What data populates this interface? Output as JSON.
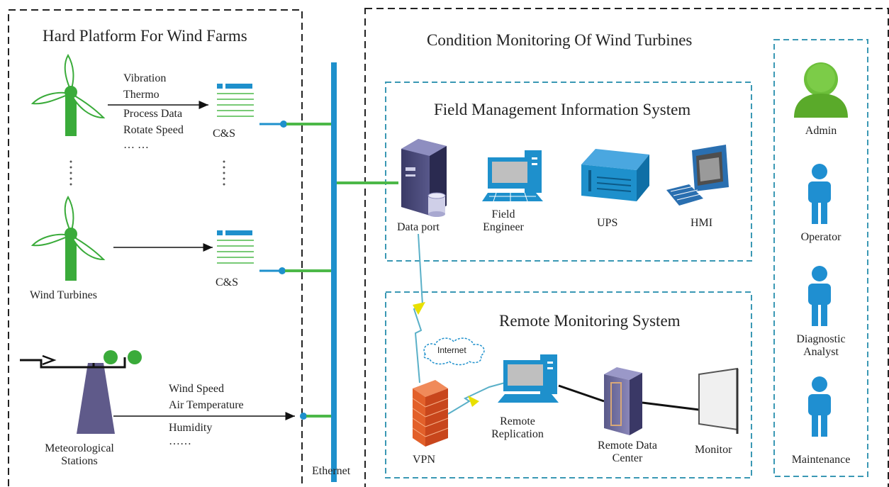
{
  "left_panel": {
    "title": "Hard Platform For Wind Farms",
    "signals_top": [
      "Vibration",
      "Thermo",
      "Process Data",
      "Rotate Speed",
      "… …"
    ],
    "cs_label": "C&S",
    "wind_turbines_label": "Wind Turbines",
    "met_label_line1": "Meteorological",
    "met_label_line2": "Stations",
    "met_signals": [
      "Wind Speed",
      "Air Temperature",
      "Humidity",
      "……"
    ]
  },
  "bus": {
    "label": "Ethernet"
  },
  "right_panel": {
    "title": "Condition Monitoring Of Wind Turbines",
    "fmis": {
      "title": "Field Management Information System",
      "data_port": "Data port",
      "field_engineer_line1": "Field",
      "field_engineer_line2": "Engineer",
      "ups": "UPS",
      "hmi": "HMI"
    },
    "rms": {
      "title": "Remote Monitoring System",
      "internet": "Internet",
      "vpn": "VPN",
      "remote_replication_line1": "Remote",
      "remote_replication_line2": "Replication",
      "remote_data_center_line1": "Remote Data",
      "remote_data_center_line2": "Center",
      "monitor": "Monitor"
    },
    "roles": {
      "admin": "Admin",
      "operator": "Operator",
      "diagnostic_line1": "Diagnostic",
      "diagnostic_line2": "Analyst",
      "maintenance": "Maintenance"
    }
  },
  "colors": {
    "turbine_green": "#3aab3a",
    "link_green": "#4cb848",
    "ethernet_blue": "#1e90cc",
    "person_blue": "#1f8fd1",
    "admin_green": "#6cbf3a",
    "dashed_teal": "#3a98b4",
    "met_purple": "#5f5a8a",
    "firewall_orange": "#e2602a"
  }
}
